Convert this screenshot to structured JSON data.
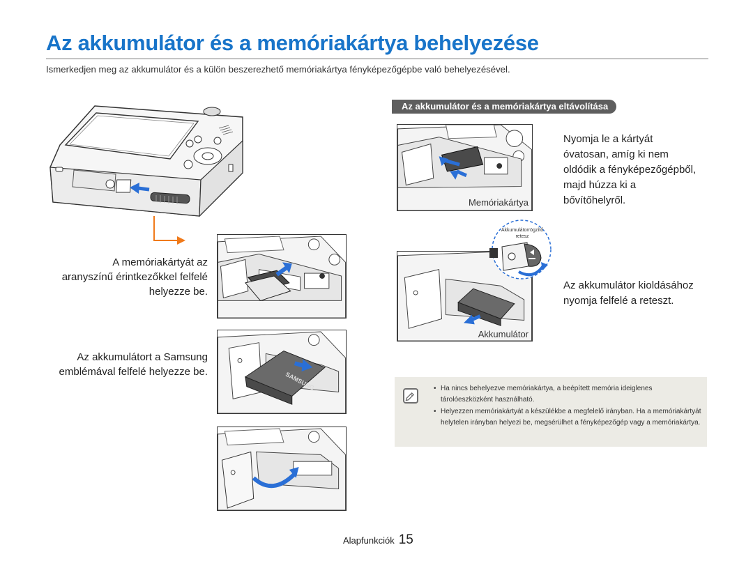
{
  "page": {
    "title": "Az akkumulátor és a memóriakártya behelyezése",
    "intro": "Ismerkedjen meg az akkumulátor és a külön beszerezhető memóriakártya fényképezőgépbe való behelyezésével."
  },
  "left": {
    "card_insert_caption": [
      "A memóriakártyát az",
      "aranyszínű érintkezőkkel felfelé",
      "helyezze be."
    ],
    "battery_insert_caption": [
      "Az akkumulátort a Samsung",
      "emblémával felfelé helyezze be."
    ],
    "battery_brand": "SAMSUNG"
  },
  "right": {
    "section_heading": "Az akkumulátor és a memóriakártya eltávolítása",
    "card_figure_label": "Memóriakártya",
    "card_remove_caption": [
      "Nyomja le a kártyát",
      "óvatosan, amíg ki nem",
      "oldódik a fényképezőgépből,",
      "majd húzza ki a",
      "bővítőhelyről."
    ],
    "latch_callout": [
      "Akkumulátorrögzítő",
      "retesz"
    ],
    "battery_figure_label": "Akkumulátor",
    "battery_remove_caption": [
      "Az akkumulátor kioldásához",
      "nyomja felfelé a reteszt."
    ]
  },
  "note": {
    "items": [
      "Ha nincs behelyezve memóriakártya, a beépített memória ideiglenes tárolóeszközként használható.",
      "Helyezzen memóriakártyát a készülékbe a megfelelő irányban. Ha a memóriakártyát helytelen irányban helyezi be, megsérülhet a fényképezőgép vagy a memóriakártya."
    ]
  },
  "footer": {
    "section": "Alapfunkciók",
    "page_number": "15"
  },
  "colors": {
    "title_blue": "#1874c9",
    "arrow_blue": "#2a6fd6",
    "arrow_orange": "#f07a1a",
    "pill_gray": "#5e5e5e",
    "note_bg": "#ecebe5"
  }
}
